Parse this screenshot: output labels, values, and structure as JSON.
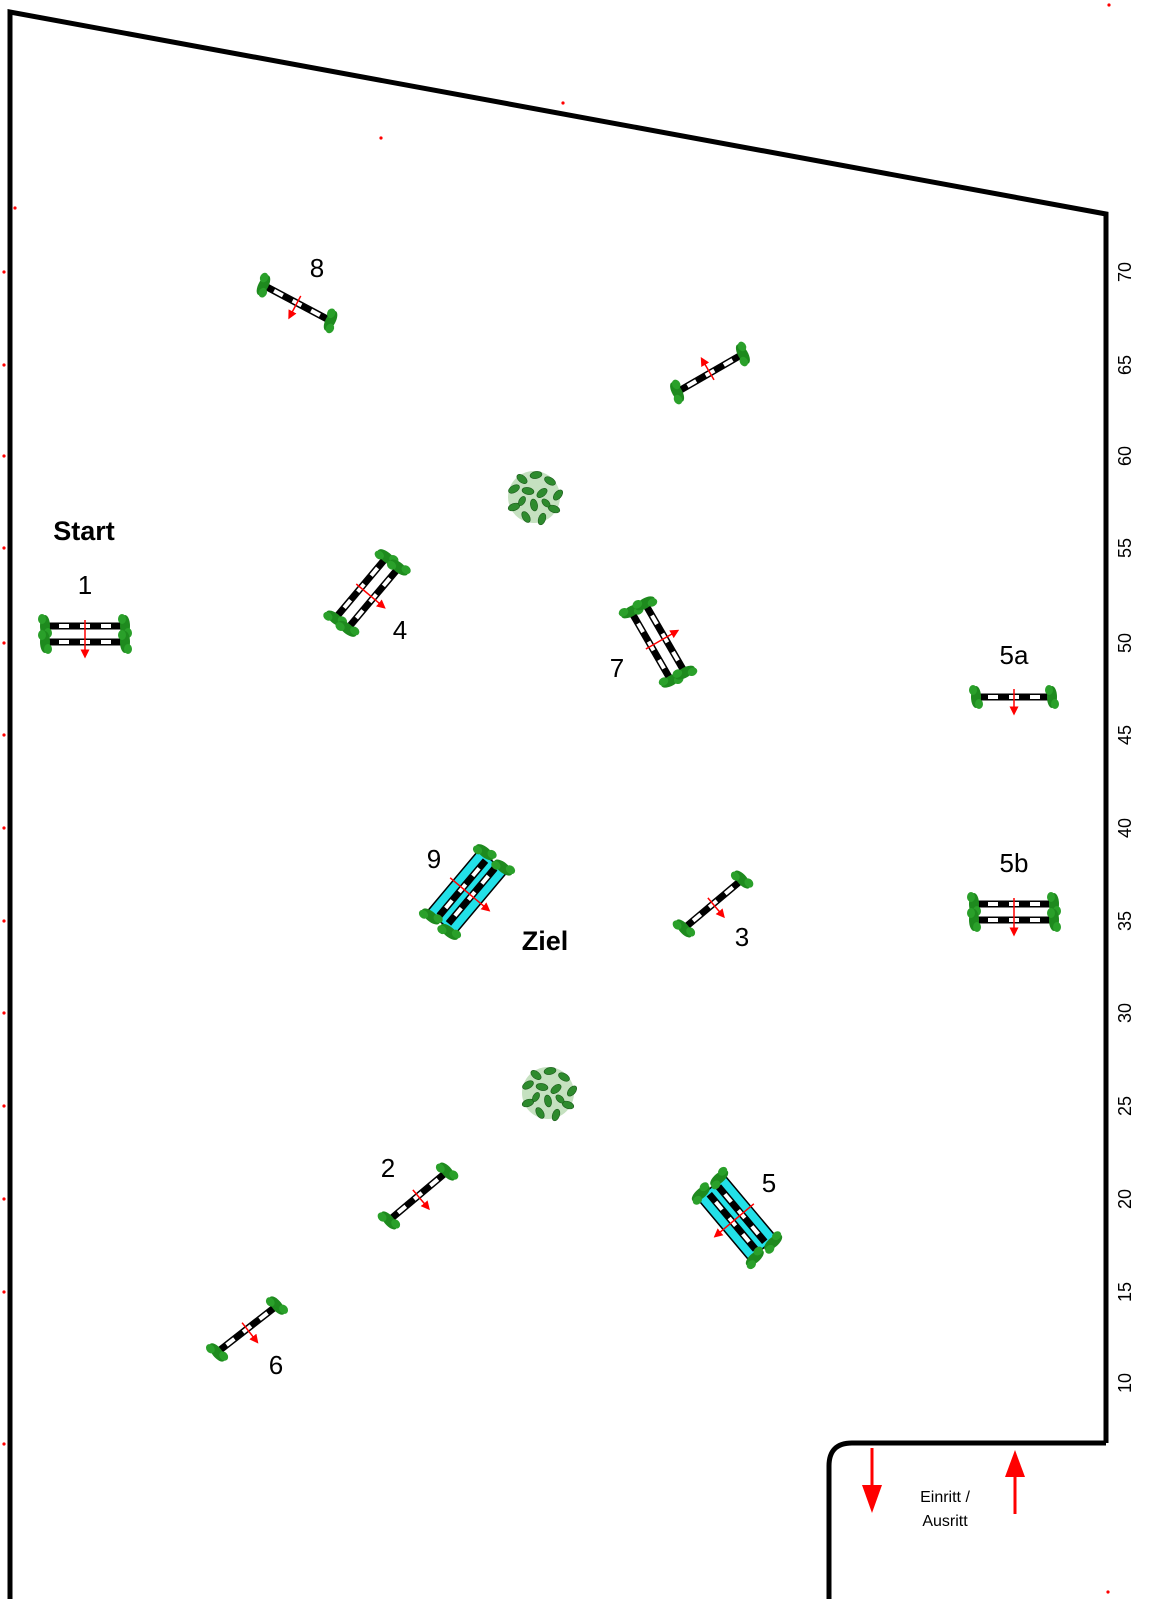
{
  "labels": {
    "start": "Start",
    "finish": "Ziel",
    "gate_line1": "Einritt /",
    "gate_line2": "Ausritt"
  },
  "jump_numbers": {
    "j1": "1",
    "j2": "2",
    "j3": "3",
    "j4": "4",
    "j5": "5",
    "j5a": "5a",
    "j5b": "5b",
    "j6": "6",
    "j7": "7",
    "j8": "8",
    "j9": "9"
  },
  "scale_ticks": [
    "70",
    "65",
    "60",
    "55",
    "50",
    "45",
    "40",
    "35",
    "30",
    "25",
    "20",
    "15",
    "10"
  ],
  "colors": {
    "arena_line": "#000000",
    "arrow": "#ff0000",
    "water": "#22e0e8",
    "shrub": "#2e8b2e",
    "tree": "#3a9a2a"
  }
}
